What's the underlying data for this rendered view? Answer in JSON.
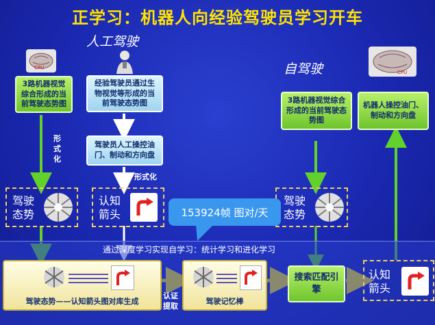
{
  "title": "正学习：机器人向经验驾驶员学习开车",
  "sections": {
    "manual": "人工驾驶",
    "auto": "自驾驶"
  },
  "boxes": {
    "robot_vision_left": "3路机器视觉综合形成的当前驾驶态势图",
    "driver_vision": "经验驾驶员通过生物视觉等形成的当前驾驶态势图",
    "driver_control": "驾驶员人工操控油门、制动和方向盘",
    "robot_vision_right": "3路机器视觉综合形成的当前驾驶态势图",
    "robot_control": "机器人操控油门、制动和方向盘"
  },
  "labels": {
    "formalize_left": "形式化",
    "formalize_mid": "形式化",
    "situation": "驾驶态势",
    "arrow_cognition": "认知箭头",
    "callout": "153924帧 图对/天",
    "bar": "通过深度学习实现自学习：统计学习和进化学习",
    "generation": "驾驶态势——认知箭头图对库生成",
    "verify": "认证提取",
    "memory": "驾驶记忆棒",
    "engine": "搜索匹配引擎",
    "cpu": "CPU"
  },
  "icons": {
    "brain": "brain-icon",
    "driver": "driver-icon",
    "pinwheel": "pinwheel-icon",
    "turn_arrow": "turn-right-arrow-icon"
  },
  "colors": {
    "background": "#1a28b0",
    "title": "#ffe400",
    "green_box": "#8fd848",
    "arrow_green": "#63d12c",
    "arrow_white": "#ffffff",
    "arrow_yellow": "#ffe600",
    "callout": "#3a97ee"
  }
}
